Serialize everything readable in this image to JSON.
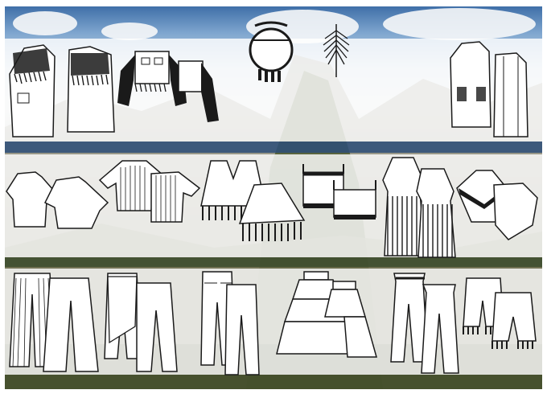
{
  "collage": {
    "background_scene": "machu-picchu-landscape",
    "rows": [
      {
        "name": "outerwear-row",
        "items": [
          "fringed-coat-pair",
          "fringed-bomber-jacket-pair",
          "round-fringed-bag",
          "feather-accessory",
          "long-coat-pair"
        ]
      },
      {
        "name": "tops-row",
        "items": [
          "wide-tee-pair",
          "pleated-top-pair",
          "fringed-vneck-top-pair",
          "fringed-camisole-pair",
          "fringed-dress-pair",
          "fringed-poncho-pair"
        ]
      },
      {
        "name": "bottoms-row",
        "items": [
          "pleated-wide-pants-pair",
          "wrap-skirt-pants-pair",
          "straight-jeans-pair",
          "tiered-ruffle-skirt-pair",
          "paperbag-pants-pair",
          "fringed-shorts-pair"
        ]
      }
    ],
    "colors": {
      "sky": "#3f6fa8",
      "band": "#ffffff",
      "line": "#1a1a1a",
      "fringe": "#1a1a1a"
    }
  }
}
